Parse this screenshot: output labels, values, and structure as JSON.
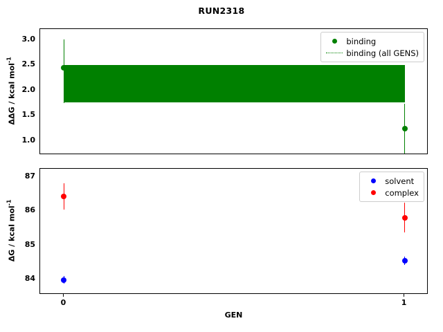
{
  "chart_data": {
    "type": "scatter",
    "title": "RUN2318",
    "xlabel": "GEN",
    "x": [
      0,
      1
    ],
    "xticklabels": [
      "0",
      "1"
    ],
    "xlim": [
      -0.07,
      1.07
    ],
    "grid": false,
    "panels": [
      {
        "name": "binding",
        "ylabel": "ΔΔG / kcal mol",
        "ylabel_sup": "-1",
        "ylim": [
          0.72,
          3.22
        ],
        "yticks": [
          1.0,
          1.5,
          2.0,
          2.5,
          3.0
        ],
        "yticklabels": [
          "1.0",
          "1.5",
          "2.0",
          "2.5",
          "3.0"
        ],
        "legend_position": "upper right",
        "series": [
          {
            "name": "binding",
            "type": "errorbar",
            "color": "#008000",
            "x": [
              0,
              1
            ],
            "values": [
              2.45,
              1.24
            ],
            "yerr_low": [
              0.7,
              0.55
            ],
            "yerr_high": [
              0.57,
              0.5
            ]
          },
          {
            "name": "binding (all GENS)",
            "type": "band",
            "color": "#008000",
            "linestyle": "dotted",
            "mean": 2.13,
            "band_low": 1.76,
            "band_high": 2.5
          }
        ]
      },
      {
        "name": "legs",
        "ylabel": "ΔG / kcal mol",
        "ylabel_sup": "-1",
        "ylim": [
          83.55,
          87.25
        ],
        "yticks": [
          84,
          85,
          86,
          87
        ],
        "yticklabels": [
          "84",
          "85",
          "86",
          "87"
        ],
        "legend_position": "upper right",
        "series": [
          {
            "name": "solvent",
            "type": "errorbar",
            "color": "#0000ff",
            "x": [
              0,
              1
            ],
            "values": [
              83.98,
              84.55
            ],
            "yerr_low": [
              0.1,
              0.12
            ],
            "yerr_high": [
              0.12,
              0.12
            ]
          },
          {
            "name": "complex",
            "type": "errorbar",
            "color": "#ff0000",
            "x": [
              0,
              1
            ],
            "values": [
              86.43,
              85.8
            ],
            "yerr_low": [
              0.38,
              0.42
            ],
            "yerr_high": [
              0.4,
              0.45
            ]
          }
        ]
      }
    ]
  },
  "title": "RUN2318",
  "xaxis": {
    "label": "GEN",
    "tick0": "0",
    "tick1": "1"
  },
  "top_panel": {
    "ylabel_main": "ΔΔG / kcal mol",
    "ylabel_sup": "-1",
    "ytick_3_0": "3.0",
    "ytick_2_5": "2.5",
    "ytick_2_0": "2.0",
    "ytick_1_5": "1.5",
    "ytick_1_0": "1.0",
    "legend": {
      "binding": "binding",
      "binding_all": "binding (all GENS)"
    }
  },
  "bottom_panel": {
    "ylabel_main": "ΔG / kcal mol",
    "ylabel_sup": "-1",
    "ytick_87": "87",
    "ytick_86": "86",
    "ytick_85": "85",
    "ytick_84": "84",
    "legend": {
      "solvent": "solvent",
      "complex": "complex"
    }
  },
  "colors": {
    "binding": "#008000",
    "solvent": "#0000ff",
    "complex": "#ff0000",
    "axis": "#000000"
  }
}
